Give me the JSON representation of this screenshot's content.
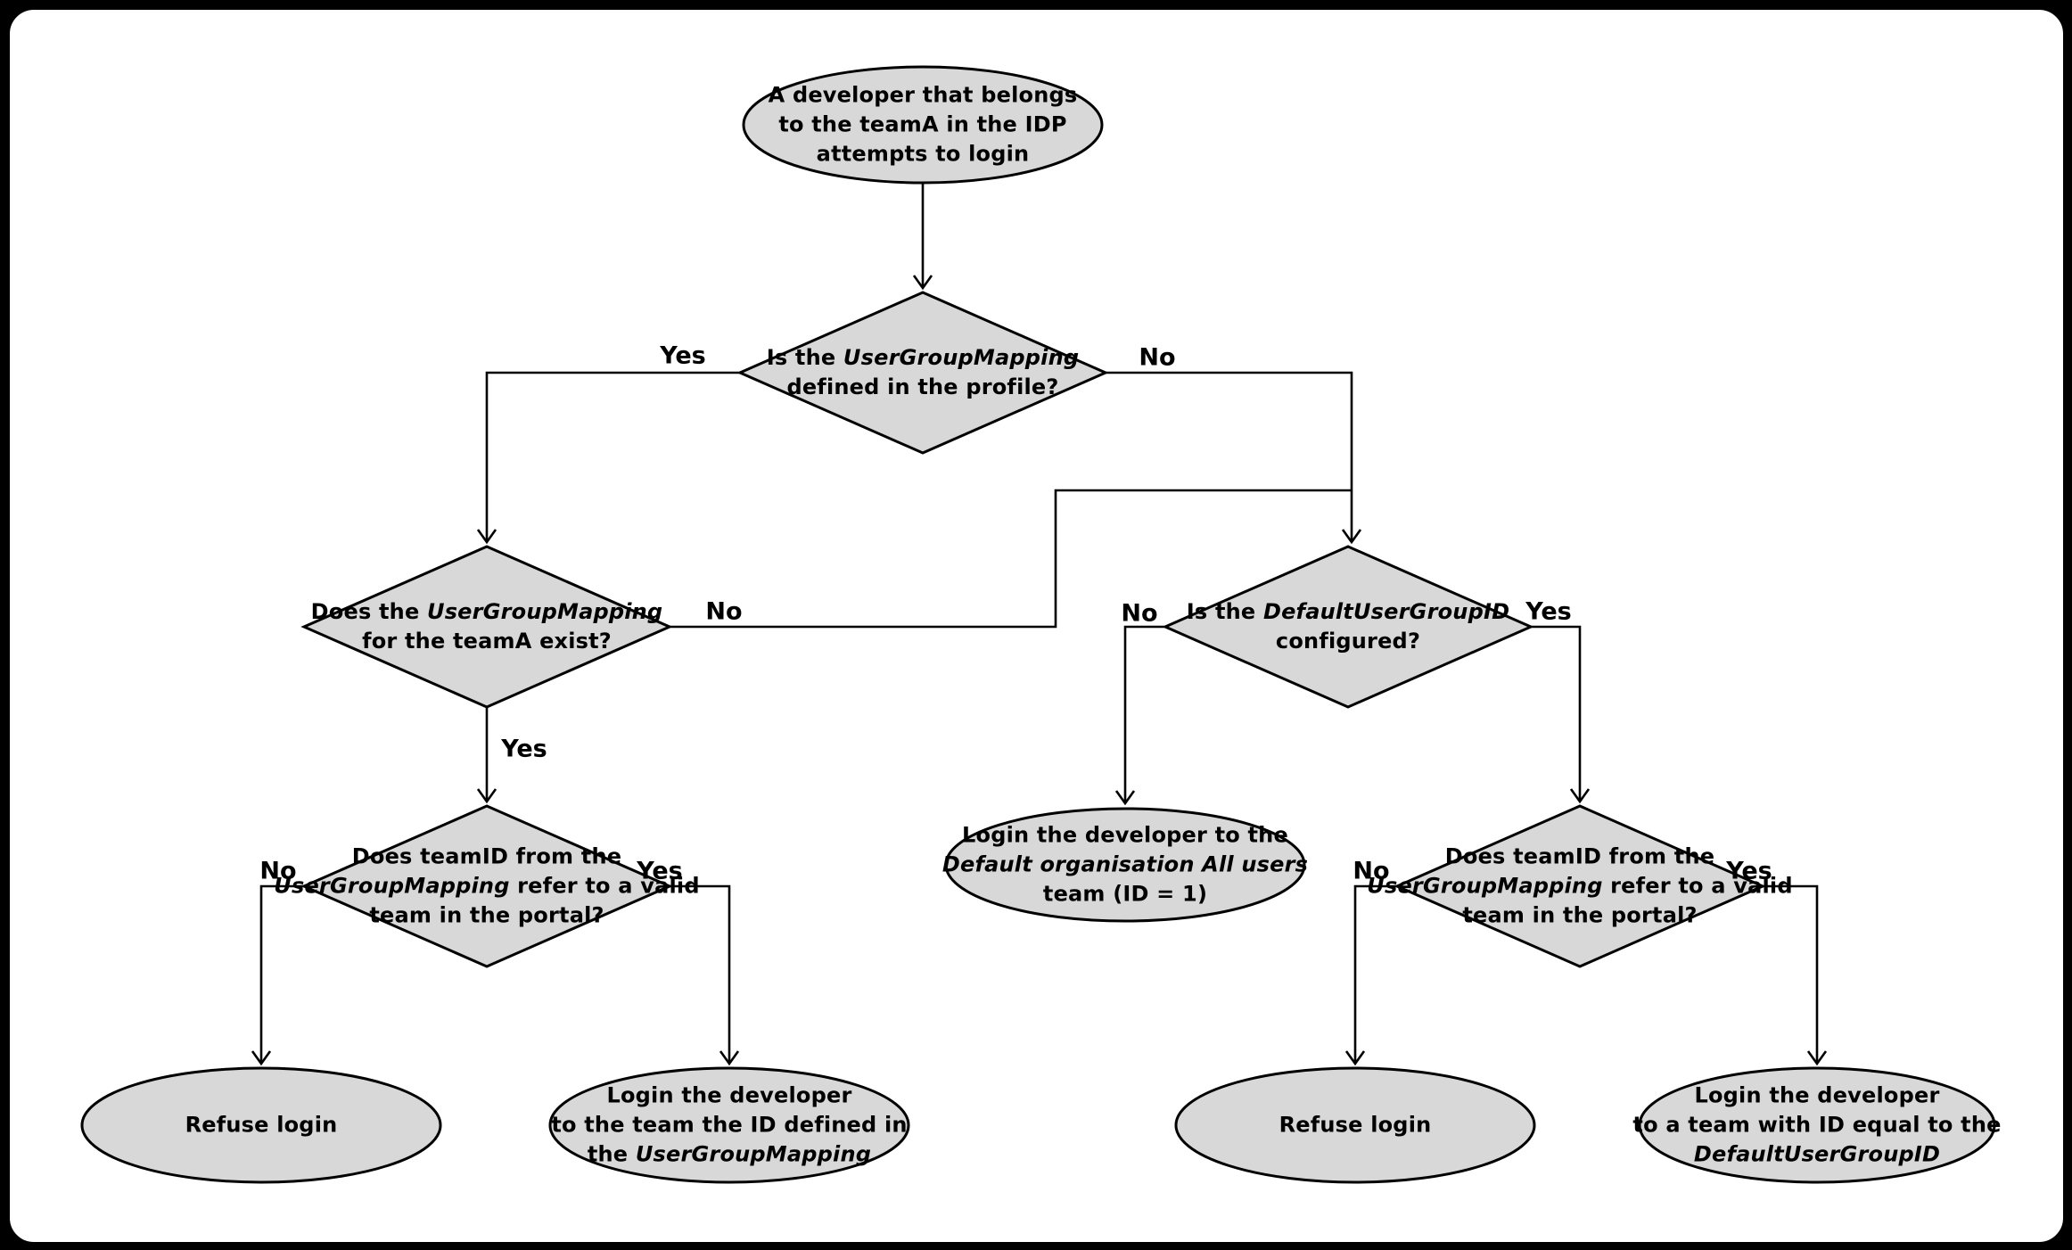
{
  "colors": {
    "background": "#000000",
    "card": "#ffffff",
    "node_fill": "#d8d8d8",
    "node_stroke": "#000000",
    "edge": "#000000",
    "text": "#000000"
  },
  "nodes": {
    "start": {
      "lines": [
        [
          {
            "t": "A developer that belongs"
          }
        ],
        [
          {
            "t": "to the teamA in the IDP"
          }
        ],
        [
          {
            "t": "attempts to login"
          }
        ]
      ]
    },
    "q_mapping_defined": {
      "lines": [
        [
          {
            "t": "Is the "
          },
          {
            "t": "UserGroupMapping",
            "i": true
          }
        ],
        [
          {
            "t": "defined in the profile?"
          }
        ]
      ]
    },
    "q_mapping_exists": {
      "lines": [
        [
          {
            "t": "Does the "
          },
          {
            "t": "UserGroupMapping",
            "i": true
          }
        ],
        [
          {
            "t": "for the teamA exist?"
          }
        ]
      ]
    },
    "q_default_id_configured": {
      "lines": [
        [
          {
            "t": "Is the "
          },
          {
            "t": "DefaultUserGroupID",
            "i": true
          }
        ],
        [
          {
            "t": "configured?"
          }
        ]
      ]
    },
    "q_teamid_valid_left": {
      "lines": [
        [
          {
            "t": "Does teamID from the"
          }
        ],
        [
          {
            "t": "UserGroupMapping",
            "i": true
          },
          {
            "t": " refer to a valid"
          }
        ],
        [
          {
            "t": "team in the portal?"
          }
        ]
      ]
    },
    "q_teamid_valid_right": {
      "lines": [
        [
          {
            "t": "Does teamID from the"
          }
        ],
        [
          {
            "t": "UserGroupMapping",
            "i": true
          },
          {
            "t": " refer to a valid"
          }
        ],
        [
          {
            "t": "team in the portal?"
          }
        ]
      ]
    },
    "refuse_left": {
      "lines": [
        [
          {
            "t": "Refuse login"
          }
        ]
      ]
    },
    "login_mapped_team": {
      "lines": [
        [
          {
            "t": "Login the developer"
          }
        ],
        [
          {
            "t": "to the team the ID defined in"
          }
        ],
        [
          {
            "t": "the "
          },
          {
            "t": "UserGroupMapping",
            "i": true
          }
        ]
      ]
    },
    "login_default_org": {
      "lines": [
        [
          {
            "t": "Login the developer to the"
          }
        ],
        [
          {
            "t": "Default organisation All users",
            "i": true
          }
        ],
        [
          {
            "t": "team (ID = 1)"
          }
        ]
      ]
    },
    "refuse_right": {
      "lines": [
        [
          {
            "t": "Refuse login"
          }
        ]
      ]
    },
    "login_default_id_team": {
      "lines": [
        [
          {
            "t": "Login the developer"
          }
        ],
        [
          {
            "t": "to a team with ID equal to the"
          }
        ],
        [
          {
            "t": "DefaultUserGroupID",
            "i": true
          }
        ]
      ]
    }
  },
  "edge_labels": {
    "d1_yes": "Yes",
    "d1_no": "No",
    "d2_no": "No",
    "d2_yes": "Yes",
    "d3_no": "No",
    "d3_yes": "Yes",
    "d4_no": "No",
    "d4_yes": "Yes",
    "d5_no": "No",
    "d5_yes": "Yes"
  }
}
